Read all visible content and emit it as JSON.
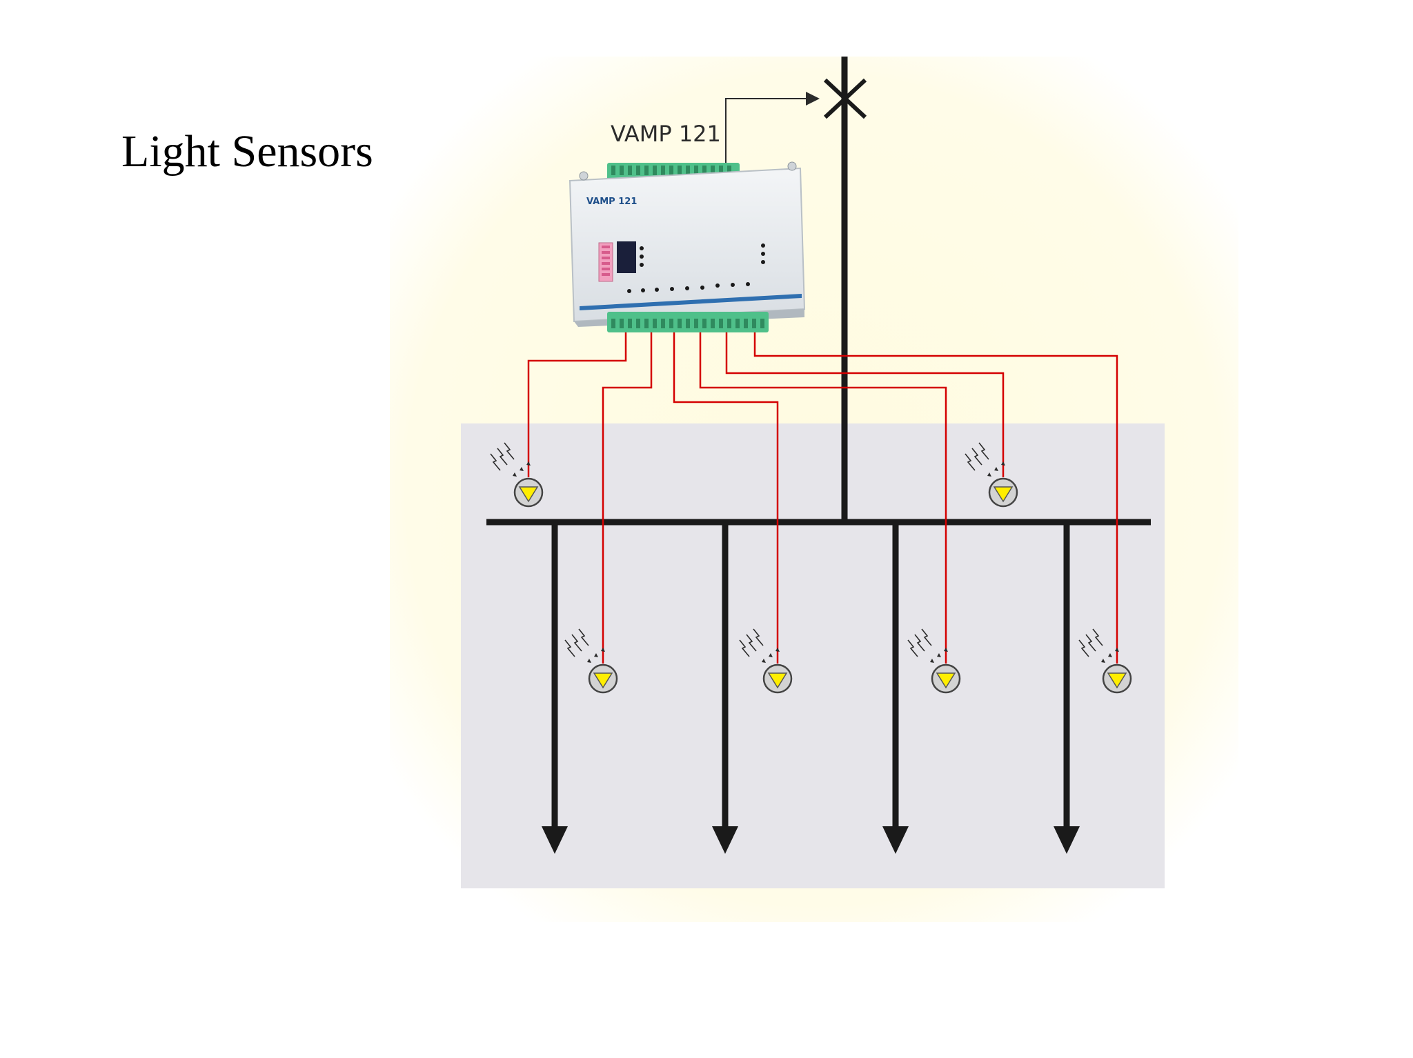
{
  "slide": {
    "title": "Light Sensors"
  },
  "diagram": {
    "relay_label": "VAMP 121",
    "device_label": "VAMP 121",
    "sensor_count": 6,
    "feeder_count": 4,
    "colors": {
      "outer_panel": "#fffbe0",
      "inner_panel": "#e6e5ea",
      "wire": "#d40000",
      "bus": "#1a1a1a",
      "sensor_fill": "#ffee00",
      "terminal_green": "#4fc08a",
      "device_body": "#e8ecef"
    }
  }
}
